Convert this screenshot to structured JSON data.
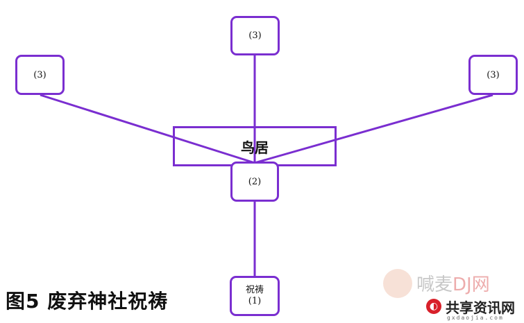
{
  "diagram": {
    "nodes": {
      "top": "(3)",
      "left": "(3)",
      "right": "(3)",
      "middle": "(2)",
      "bottom_line1": "祝祷",
      "bottom_line2": "(1)"
    },
    "torii_label": "鸟居",
    "line_color": "#7a2ed0"
  },
  "caption": "图5 废弃神社祝祷",
  "watermark": {
    "top_text": "喊麦",
    "top_brand": "DJ网",
    "bottom_text": "共享资讯网",
    "bottom_sub": "gxdaojia.com"
  }
}
